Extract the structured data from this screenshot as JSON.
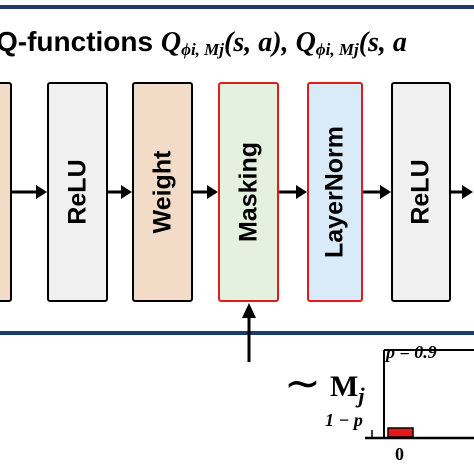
{
  "title": {
    "prefix": "Q-functions ",
    "q1": "Q",
    "q1_sub": "ϕi, Mj",
    "q1_args": "(s, a), ",
    "q2": "Q",
    "q2_sub": "ϕi, Mj",
    "q2_args": "(s, a"
  },
  "blocks": [
    {
      "label": "",
      "fill": "#f3dcc7",
      "border": "#000000"
    },
    {
      "label": "ReLU",
      "fill": "#f0f0f0",
      "border": "#000000"
    },
    {
      "label": "Weight",
      "fill": "#f3dcc7",
      "border": "#000000"
    },
    {
      "label": "Masking",
      "fill": "#e3f1de",
      "border": "#e01b1b"
    },
    {
      "label": "LayerNorm",
      "fill": "#d9eaf9",
      "border": "#e01b1b"
    },
    {
      "label": "ReLU",
      "fill": "#f0f0f0",
      "border": "#000000"
    }
  ],
  "mask": {
    "label": "M",
    "label_sub": "j",
    "tilde": "∼"
  },
  "distribution": {
    "p_high_label": "p = 0.9",
    "p_low_label": "1 − p",
    "tick_zero": "0"
  },
  "colors": {
    "frame": "#1f3a66",
    "bar": "#e01b1b"
  }
}
